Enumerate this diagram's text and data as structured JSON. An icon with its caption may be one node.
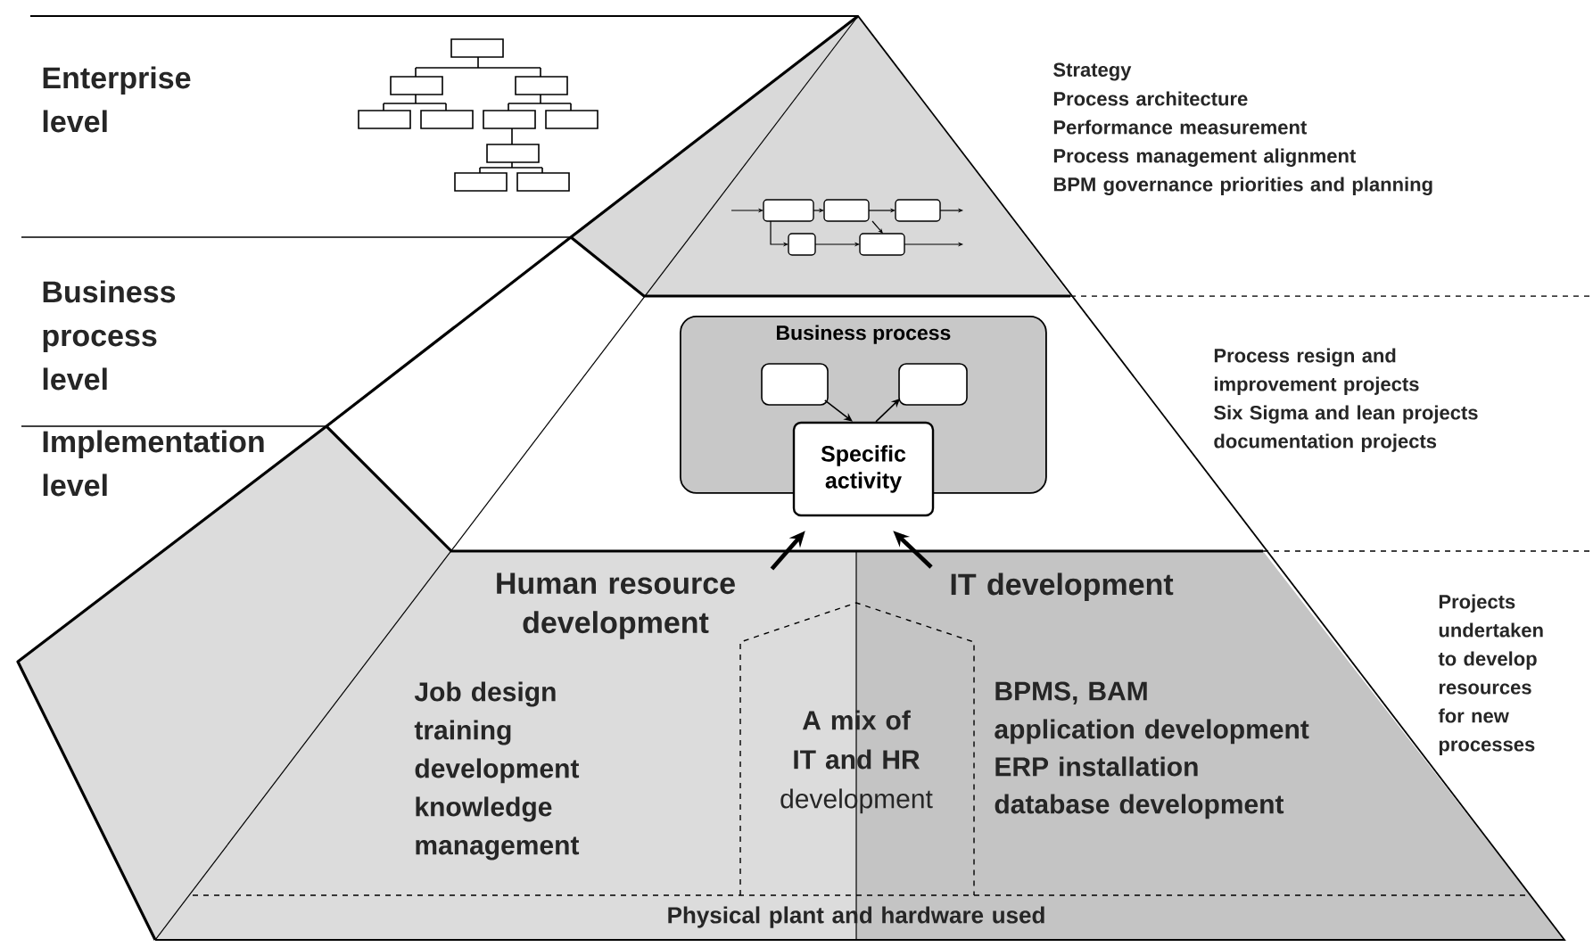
{
  "diagram": {
    "nodes": [
      {
        "text": [
          "Business process"
        ]
      },
      {
        "text": [],
        "shape": "box",
        "in": 0
      },
      {
        "text": [],
        "shape": "box",
        "in": 0
      },
      {
        "text": [
          "Specific activity"
        ]
      },
      {
        "text": [
          "Human resource development"
        ]
      },
      {
        "text": [
          "IT development"
        ]
      }
    ],
    "edges": [
      {
        "from": 1,
        "to": 3,
        "arrow": "to"
      },
      {
        "from": 3,
        "to": 2,
        "arrow": "to"
      },
      {
        "from": 4,
        "to": 3,
        "arrow": "to",
        "style": "thick"
      },
      {
        "from": 5,
        "to": 3,
        "arrow": "to",
        "style": "thick"
      }
    ],
    "labels": [
      "Enterprise level",
      "Strategy",
      "Process architecture",
      "Performance measurement",
      "Process management alignment",
      "BPM governance priorities and planning",
      "Business process level",
      "Process resign and improvement projects",
      "Six Sigma and lean projects",
      "documentation projects",
      "Implementation level",
      "Projects undertaken to develop resources for new processes",
      "Job design",
      "training",
      "development",
      "knowledge management",
      "**A mix of IT and HR** development",
      "BPMS, BAM",
      "application development",
      "ERP installation",
      "database development",
      "Physical plant and hardware used"
    ]
  }
}
